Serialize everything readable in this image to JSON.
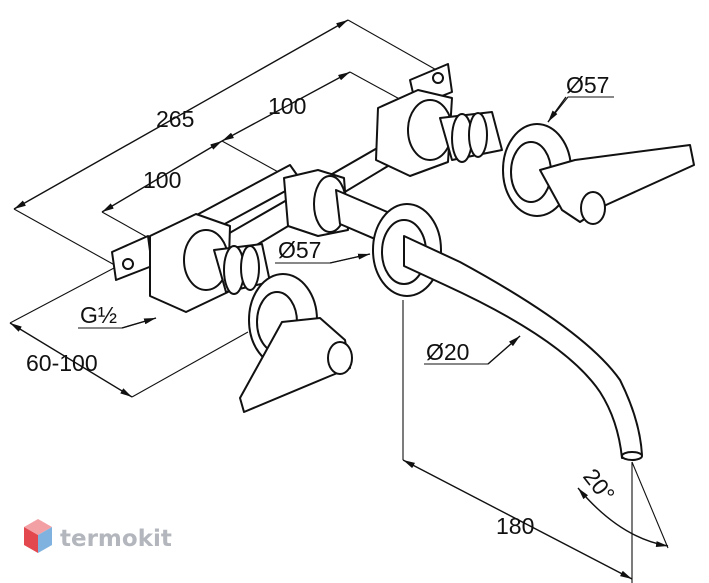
{
  "dimensions": {
    "d_265": "265",
    "d_100_top": "100",
    "d_100_mid": "100",
    "d_57_right": "Ø57",
    "d_57_center": "Ø57",
    "d_g12": "G½",
    "d_60_100": "60-100",
    "d_20": "Ø20",
    "d_180": "180",
    "d_20deg": "20°"
  },
  "watermark": {
    "text": "termokit",
    "colors": {
      "top": "#f3a0a4",
      "right": "#7fb2de",
      "left": "#e3484f"
    }
  },
  "colors": {
    "line": "#111111",
    "background": "#ffffff"
  }
}
